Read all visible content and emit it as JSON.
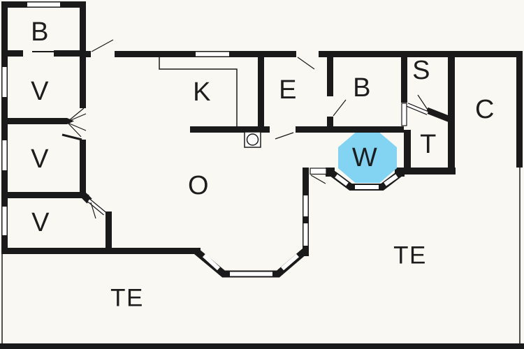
{
  "plan": {
    "colors": {
      "wall": "#1a1a1a",
      "floor": "#faf8f2",
      "window": "#ffffff",
      "whirlpool": "#82d4f2",
      "label": "#1d1d1d"
    },
    "rooms": {
      "utility": {
        "label": "B"
      },
      "bedroom1": {
        "label": "V"
      },
      "bedroom2": {
        "label": "V"
      },
      "bedroom3": {
        "label": "V"
      },
      "kitchen": {
        "label": "K"
      },
      "entrance": {
        "label": "E"
      },
      "bathroom": {
        "label": "B"
      },
      "sauna": {
        "label": "S"
      },
      "toilet": {
        "label": "T"
      },
      "storage": {
        "label": "C"
      },
      "living_room": {
        "label": "O"
      },
      "whirlpool": {
        "label": "W"
      },
      "terrace_left": {
        "label": "TE"
      },
      "terrace_right": {
        "label": "TE"
      }
    }
  }
}
